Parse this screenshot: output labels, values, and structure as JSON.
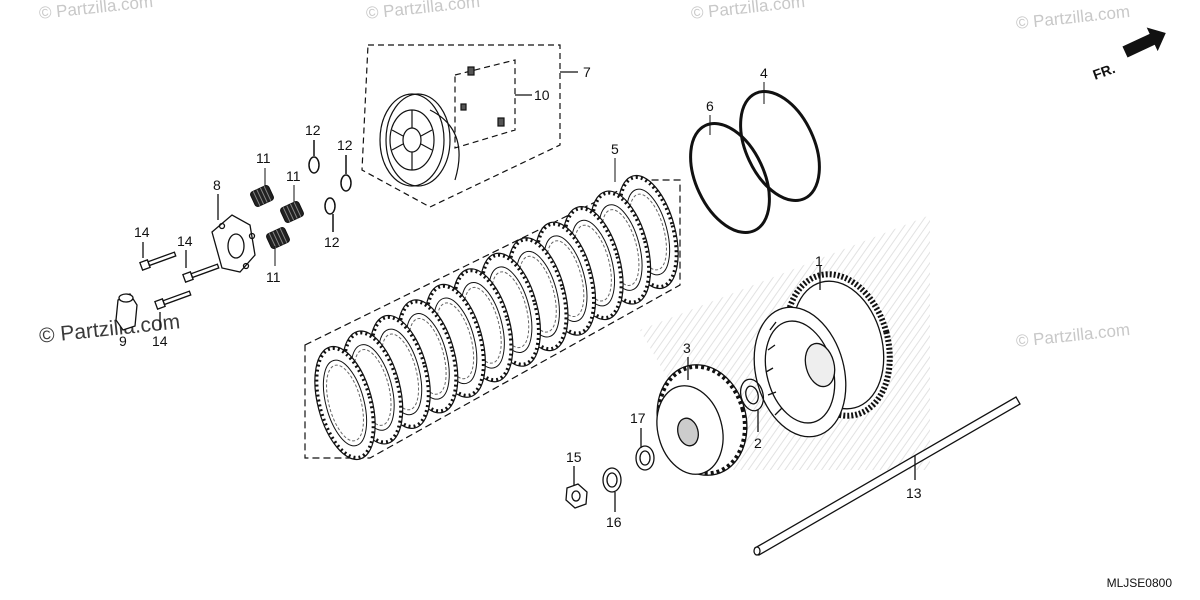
{
  "watermarks": {
    "top_1": "© Partzilla.com",
    "top_2": "© Partzilla.com",
    "top_3": "© Partzilla.com",
    "top_4": "© Partzilla.com",
    "right": "© Partzilla.com",
    "left_large": "© Partzilla.com"
  },
  "direction_label": "FR.",
  "diagram_code": "MLJSE0800",
  "callouts": {
    "c1": "1",
    "c2": "2",
    "c3": "3",
    "c4": "4",
    "c5": "5",
    "c6": "6",
    "c7": "7",
    "c8": "8",
    "c9": "9",
    "c10": "10",
    "c11a": "11",
    "c11b": "11",
    "c11c": "11",
    "c12a": "12",
    "c12b": "12",
    "c12c": "12",
    "c13": "13",
    "c14a": "14",
    "c14b": "14",
    "c14c": "14",
    "c15": "15",
    "c16": "16",
    "c17": "17"
  },
  "colors": {
    "line": "#111111",
    "watermark": "#c8c8c8"
  }
}
